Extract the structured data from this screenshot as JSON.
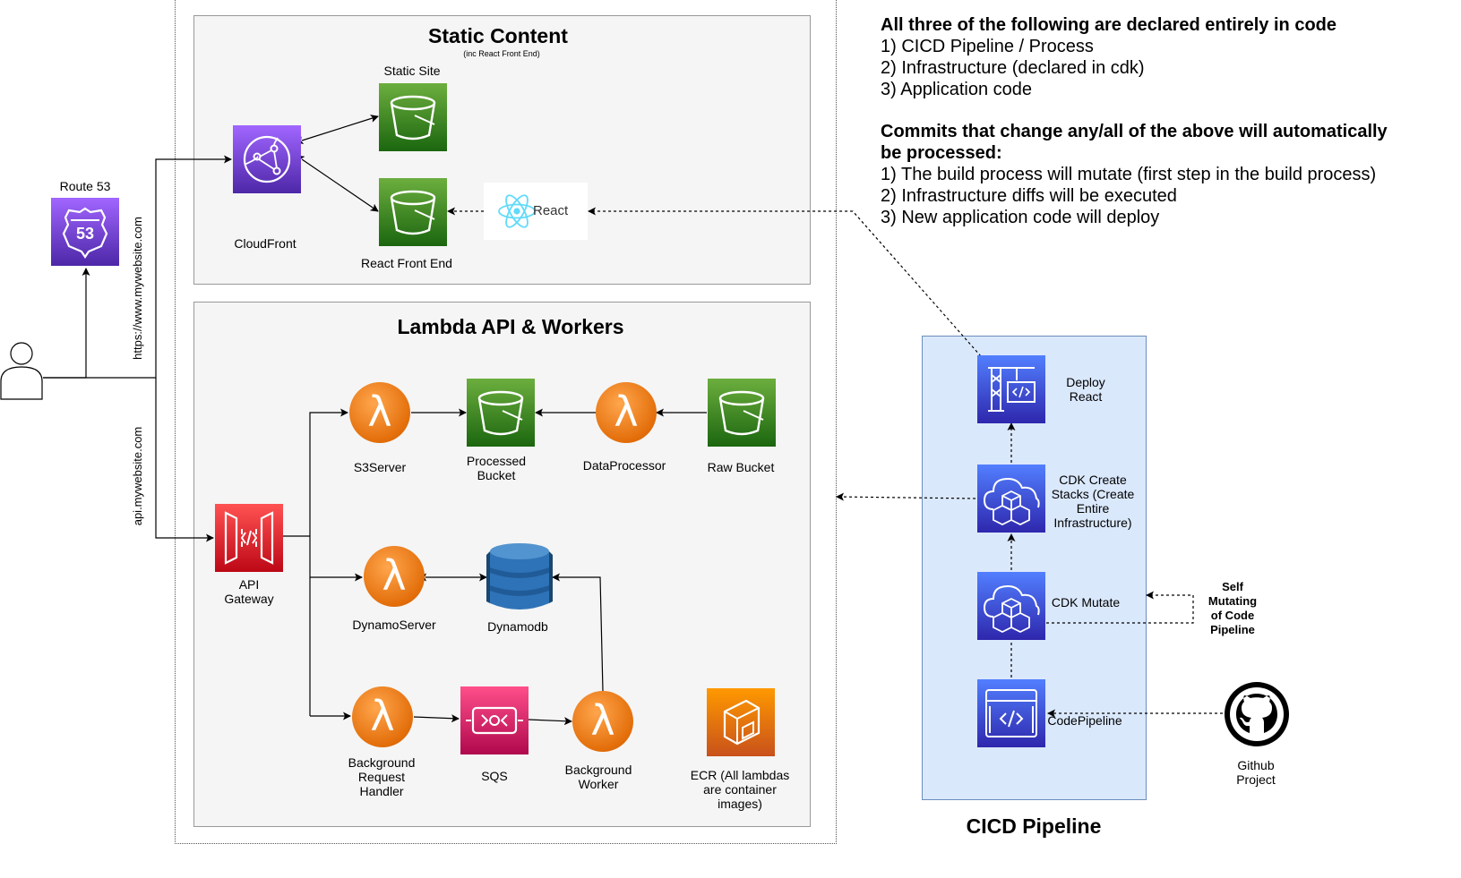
{
  "diagram": {
    "static_content": {
      "title": "Static Content",
      "subtitle": "(inc React Front End)"
    },
    "lambda_api": {
      "title": "Lambda API & Workers"
    },
    "cicd": {
      "title": "CICD Pipeline"
    },
    "nodes": {
      "route53": {
        "label": "Route 53",
        "badge": "53",
        "icon": "route53-icon"
      },
      "cloudfront": {
        "label": "CloudFront",
        "icon": "cloudfront-icon"
      },
      "static_site": {
        "label": "Static Site",
        "icon": "s3-bucket-icon"
      },
      "react_front_end": {
        "label": "React Front End",
        "icon": "s3-bucket-icon"
      },
      "react_logo": {
        "label": "React",
        "icon": "react-icon"
      },
      "api_gateway": {
        "label": "API Gateway",
        "icon": "api-gateway-icon"
      },
      "s3server": {
        "label": "S3Server",
        "icon": "lambda-icon"
      },
      "processed_bucket": {
        "label": "Processed Bucket",
        "icon": "s3-bucket-icon"
      },
      "dataprocessor": {
        "label": "DataProcessor",
        "icon": "lambda-icon"
      },
      "raw_bucket": {
        "label": "Raw Bucket",
        "icon": "s3-bucket-icon"
      },
      "dynamoserver": {
        "label": "DynamoServer",
        "icon": "lambda-icon"
      },
      "dynamodb": {
        "label": "Dynamodb",
        "icon": "dynamodb-icon"
      },
      "bg_request_handler": {
        "label": "Background Request Handler",
        "icon": "lambda-icon"
      },
      "sqs": {
        "label": "SQS",
        "icon": "sqs-icon"
      },
      "bg_worker": {
        "label": "Background Worker",
        "icon": "lambda-icon"
      },
      "ecr": {
        "label": "ECR (All lambdas are container images)",
        "icon": "ecr-icon"
      },
      "deploy_react": {
        "label": "Deploy React",
        "icon": "codedeploy-icon"
      },
      "cdk_create": {
        "label": "CDK Create Stacks (Create Entire Infrastructure)",
        "icon": "cloudformation-icon"
      },
      "cdk_mutate": {
        "label": "CDK Mutate",
        "icon": "cloudformation-icon"
      },
      "codepipeline": {
        "label": "CodePipeline",
        "icon": "codepipeline-icon"
      },
      "github": {
        "label": "Github Project",
        "icon": "github-icon"
      },
      "user": {
        "icon": "user-icon"
      }
    },
    "edge_labels": {
      "www": "https://www.mywebsite.com",
      "api": "api.mywebsite.com",
      "self_mutating": "Self Mutating of Code Pipeline"
    }
  },
  "notes": {
    "heading1": "All three of the following are declared entirely in code",
    "list1": [
      "1) CICD Pipeline / Process",
      "2) Infrastructure (declared in cdk)",
      "3) Application code"
    ],
    "heading2": "Commits that change any/all of the above will automatically be processed:",
    "list2": [
      "1) The build process will mutate (first step in the build process)",
      "2) Infrastructure diffs will be executed",
      "3) New application code will deploy"
    ]
  },
  "colors": {
    "s3": "#3f8624",
    "lambda": "#ed7100",
    "api_gateway": "#d13212",
    "purple": "#7b3fe4",
    "sqs": "#e7157b",
    "dynamodb": "#2e73b8",
    "ecr": "#ed7100",
    "devtools": "#3b48cc",
    "cicd_bg": "#dae8fc",
    "cicd_border": "#6c8ebf"
  }
}
